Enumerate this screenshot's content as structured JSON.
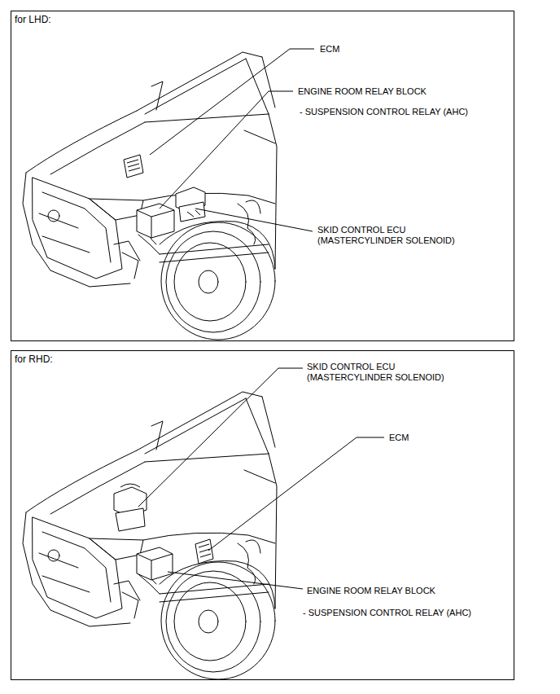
{
  "diagram": {
    "nodes": [
      {
        "text": [
          "for LHD:"
        ]
      },
      {
        "text": [
          "for RHD:"
        ]
      }
    ],
    "labels": [
      "ECM",
      "ENGINE ROOM RELAY BLOCK",
      "- SUSPENSION CONTROL RELAY (AHC)",
      "SKID CONTROL ECU (MASTERCYLINDER SOLENOID)",
      "SKID CONTROL ECU (MASTERCYLINDER SOLENOID)",
      "ECM",
      "ENGINE ROOM RELAY BLOCK",
      "- SUSPENSION CONTROL RELAY (AHC)"
    ]
  }
}
